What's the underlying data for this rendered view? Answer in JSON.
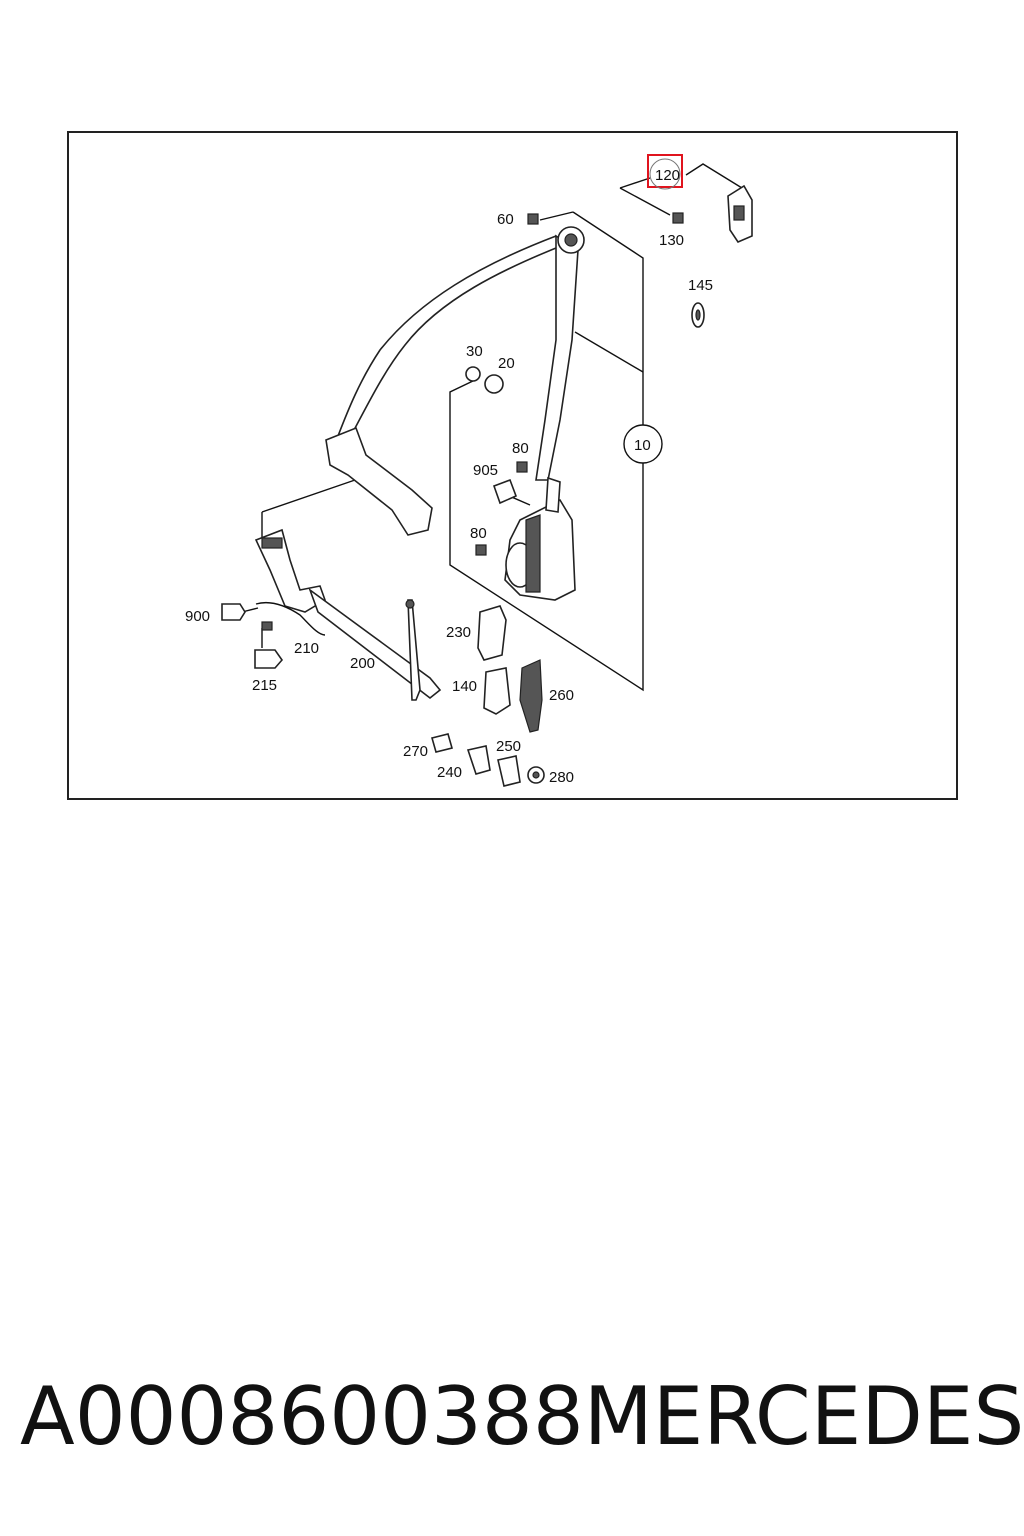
{
  "diagram": {
    "callouts": {
      "c120": "120",
      "c130": "130",
      "c60": "60",
      "c145": "145",
      "c30": "30",
      "c20": "20",
      "c10": "10",
      "c80a": "80",
      "c905": "905",
      "c80b": "80",
      "c900": "900",
      "c210": "210",
      "c200": "200",
      "c215": "215",
      "c230": "230",
      "c140": "140",
      "c260": "260",
      "c270": "270",
      "c250": "250",
      "c240": "240",
      "c280": "280"
    },
    "highlight_color": "#e0141e"
  },
  "caption": {
    "part_number": "A0008600388",
    "brand": "MERCEDES"
  }
}
